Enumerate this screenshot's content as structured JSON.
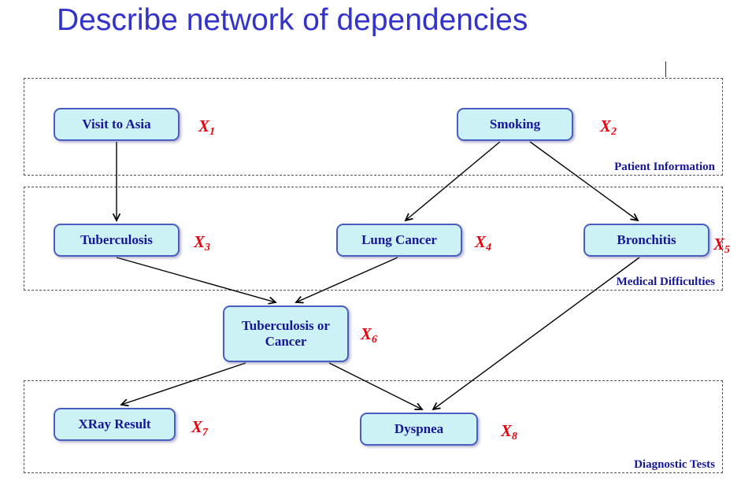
{
  "title": "Describe network of dependencies",
  "colors": {
    "title": "#3333cc",
    "node_fill": "#ccf2f5",
    "node_border": "#4a5ec2",
    "node_text": "#16169b",
    "variable_label": "#e8000d",
    "group_label": "#16169b",
    "edge": "#000000"
  },
  "groups": [
    {
      "label": "Patient Information"
    },
    {
      "label": "Medical Difficulties"
    },
    {
      "label": "Diagnostic Tests"
    }
  ],
  "nodes": [
    {
      "id": "visit-to-asia",
      "label": "Visit to Asia",
      "var": "X",
      "var_sub": "1",
      "group": "Patient Information"
    },
    {
      "id": "smoking",
      "label": "Smoking",
      "var": "X",
      "var_sub": "2",
      "group": "Patient Information"
    },
    {
      "id": "tuberculosis",
      "label": "Tuberculosis",
      "var": "X",
      "var_sub": "3",
      "group": "Medical Difficulties"
    },
    {
      "id": "lung-cancer",
      "label": "Lung Cancer",
      "var": "X",
      "var_sub": "4",
      "group": "Medical Difficulties"
    },
    {
      "id": "bronchitis",
      "label": "Bronchitis",
      "var": "X",
      "var_sub": "5",
      "group": "Medical Difficulties"
    },
    {
      "id": "tuberculosis-or-cancer",
      "label": "Tuberculosis or Cancer",
      "var": "X",
      "var_sub": "6",
      "group": ""
    },
    {
      "id": "xray-result",
      "label": "XRay Result",
      "var": "X",
      "var_sub": "7",
      "group": "Diagnostic Tests"
    },
    {
      "id": "dyspnea",
      "label": "Dyspnea",
      "var": "X",
      "var_sub": "8",
      "group": "Diagnostic Tests"
    }
  ],
  "edges": [
    {
      "from": "visit-to-asia",
      "to": "tuberculosis"
    },
    {
      "from": "smoking",
      "to": "lung-cancer"
    },
    {
      "from": "smoking",
      "to": "bronchitis"
    },
    {
      "from": "tuberculosis",
      "to": "tuberculosis-or-cancer"
    },
    {
      "from": "lung-cancer",
      "to": "tuberculosis-or-cancer"
    },
    {
      "from": "tuberculosis-or-cancer",
      "to": "xray-result"
    },
    {
      "from": "tuberculosis-or-cancer",
      "to": "dyspnea"
    },
    {
      "from": "bronchitis",
      "to": "dyspnea"
    }
  ]
}
